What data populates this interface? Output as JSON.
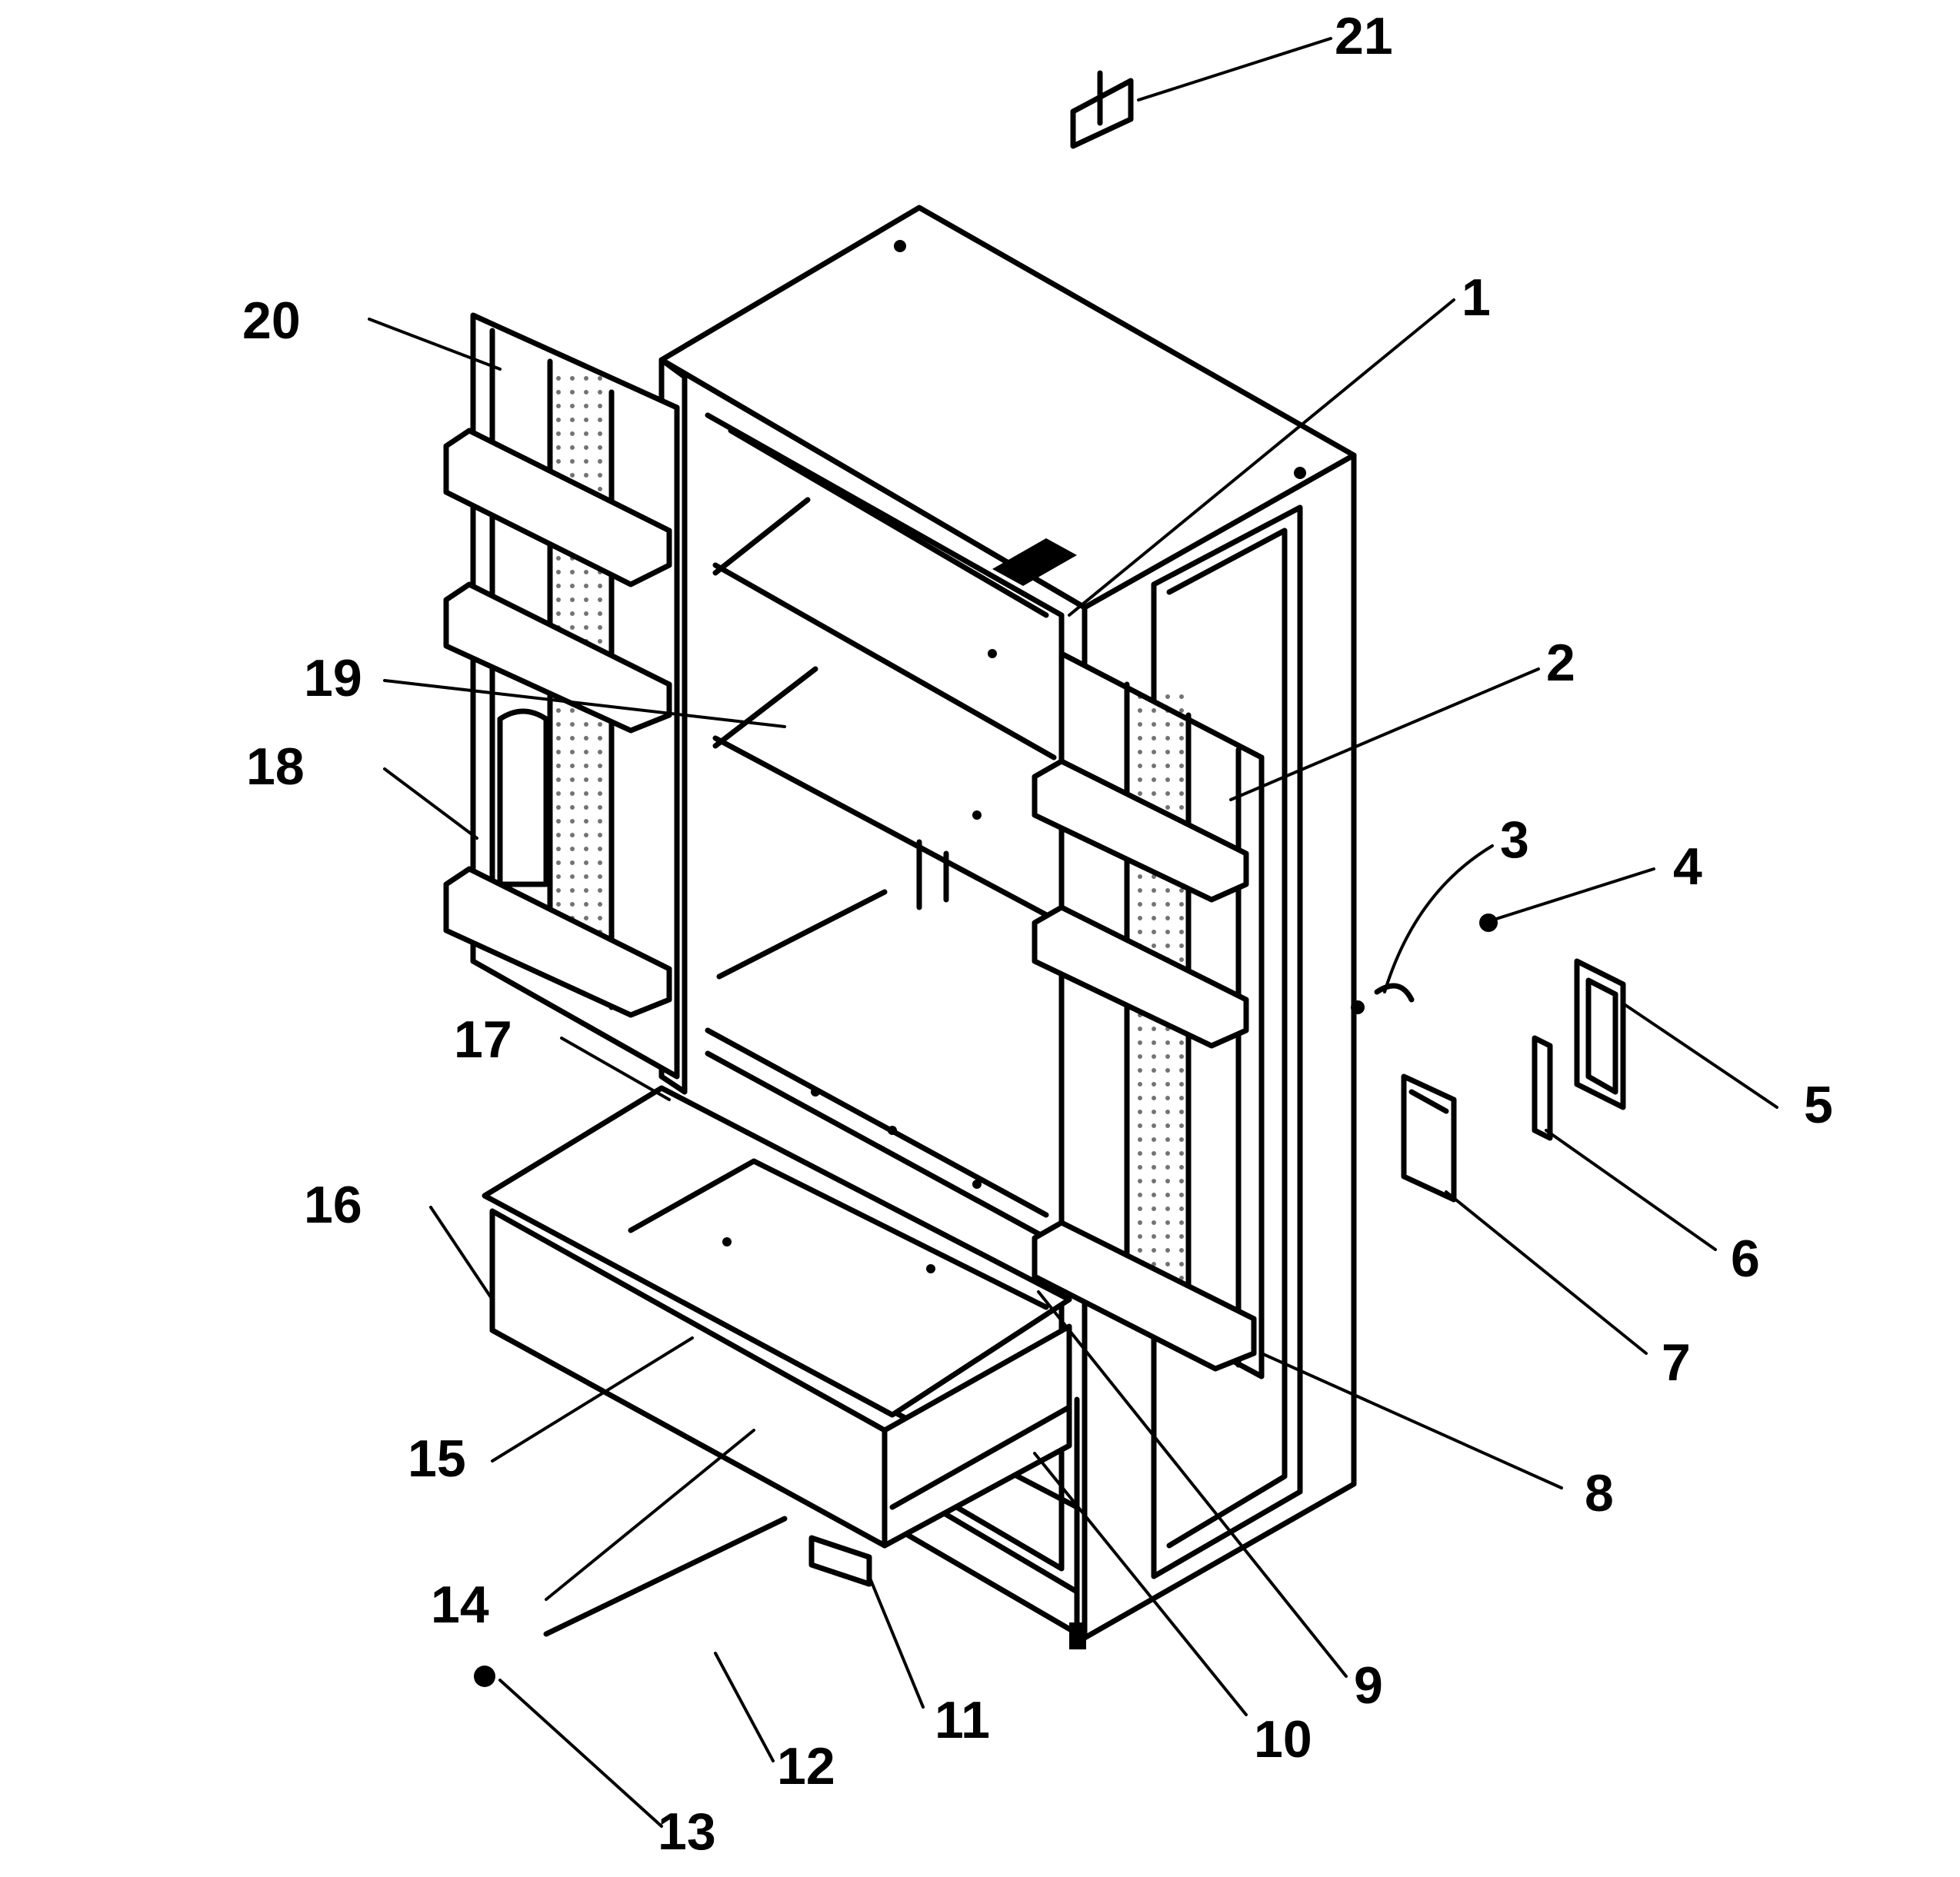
{
  "diagram": {
    "labels": [
      "1",
      "2",
      "3",
      "4",
      "5",
      "6",
      "7",
      "8",
      "9",
      "10",
      "11",
      "12",
      "13",
      "14",
      "15",
      "16",
      "17",
      "18",
      "19",
      "20",
      "21"
    ]
  },
  "colors": {
    "ink": "#000000",
    "paper": "#ffffff"
  }
}
